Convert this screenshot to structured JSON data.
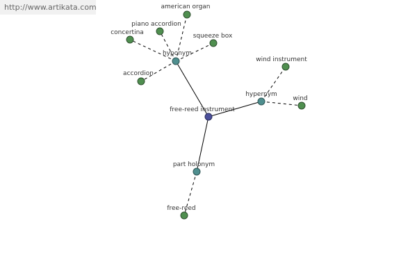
{
  "site": {
    "url": "http://www.artikata.com"
  },
  "colors": {
    "center": "#4b4f9a",
    "relation": "#4f8f8f",
    "leaf": "#4f8f4f",
    "edge": "#000000"
  },
  "nodes": {
    "center": "free-reed instrument",
    "hyponym": "hyponym",
    "hypernym": "hypernym",
    "part_holonym": "part holonym",
    "american_organ": "american organ",
    "piano_accordion": "piano accordion",
    "concertina": "concertina",
    "squeeze_box": "squeeze box",
    "accordion": "accordion",
    "wind_instrument": "wind instrument",
    "wind": "wind",
    "free_reed": "free-reed"
  }
}
